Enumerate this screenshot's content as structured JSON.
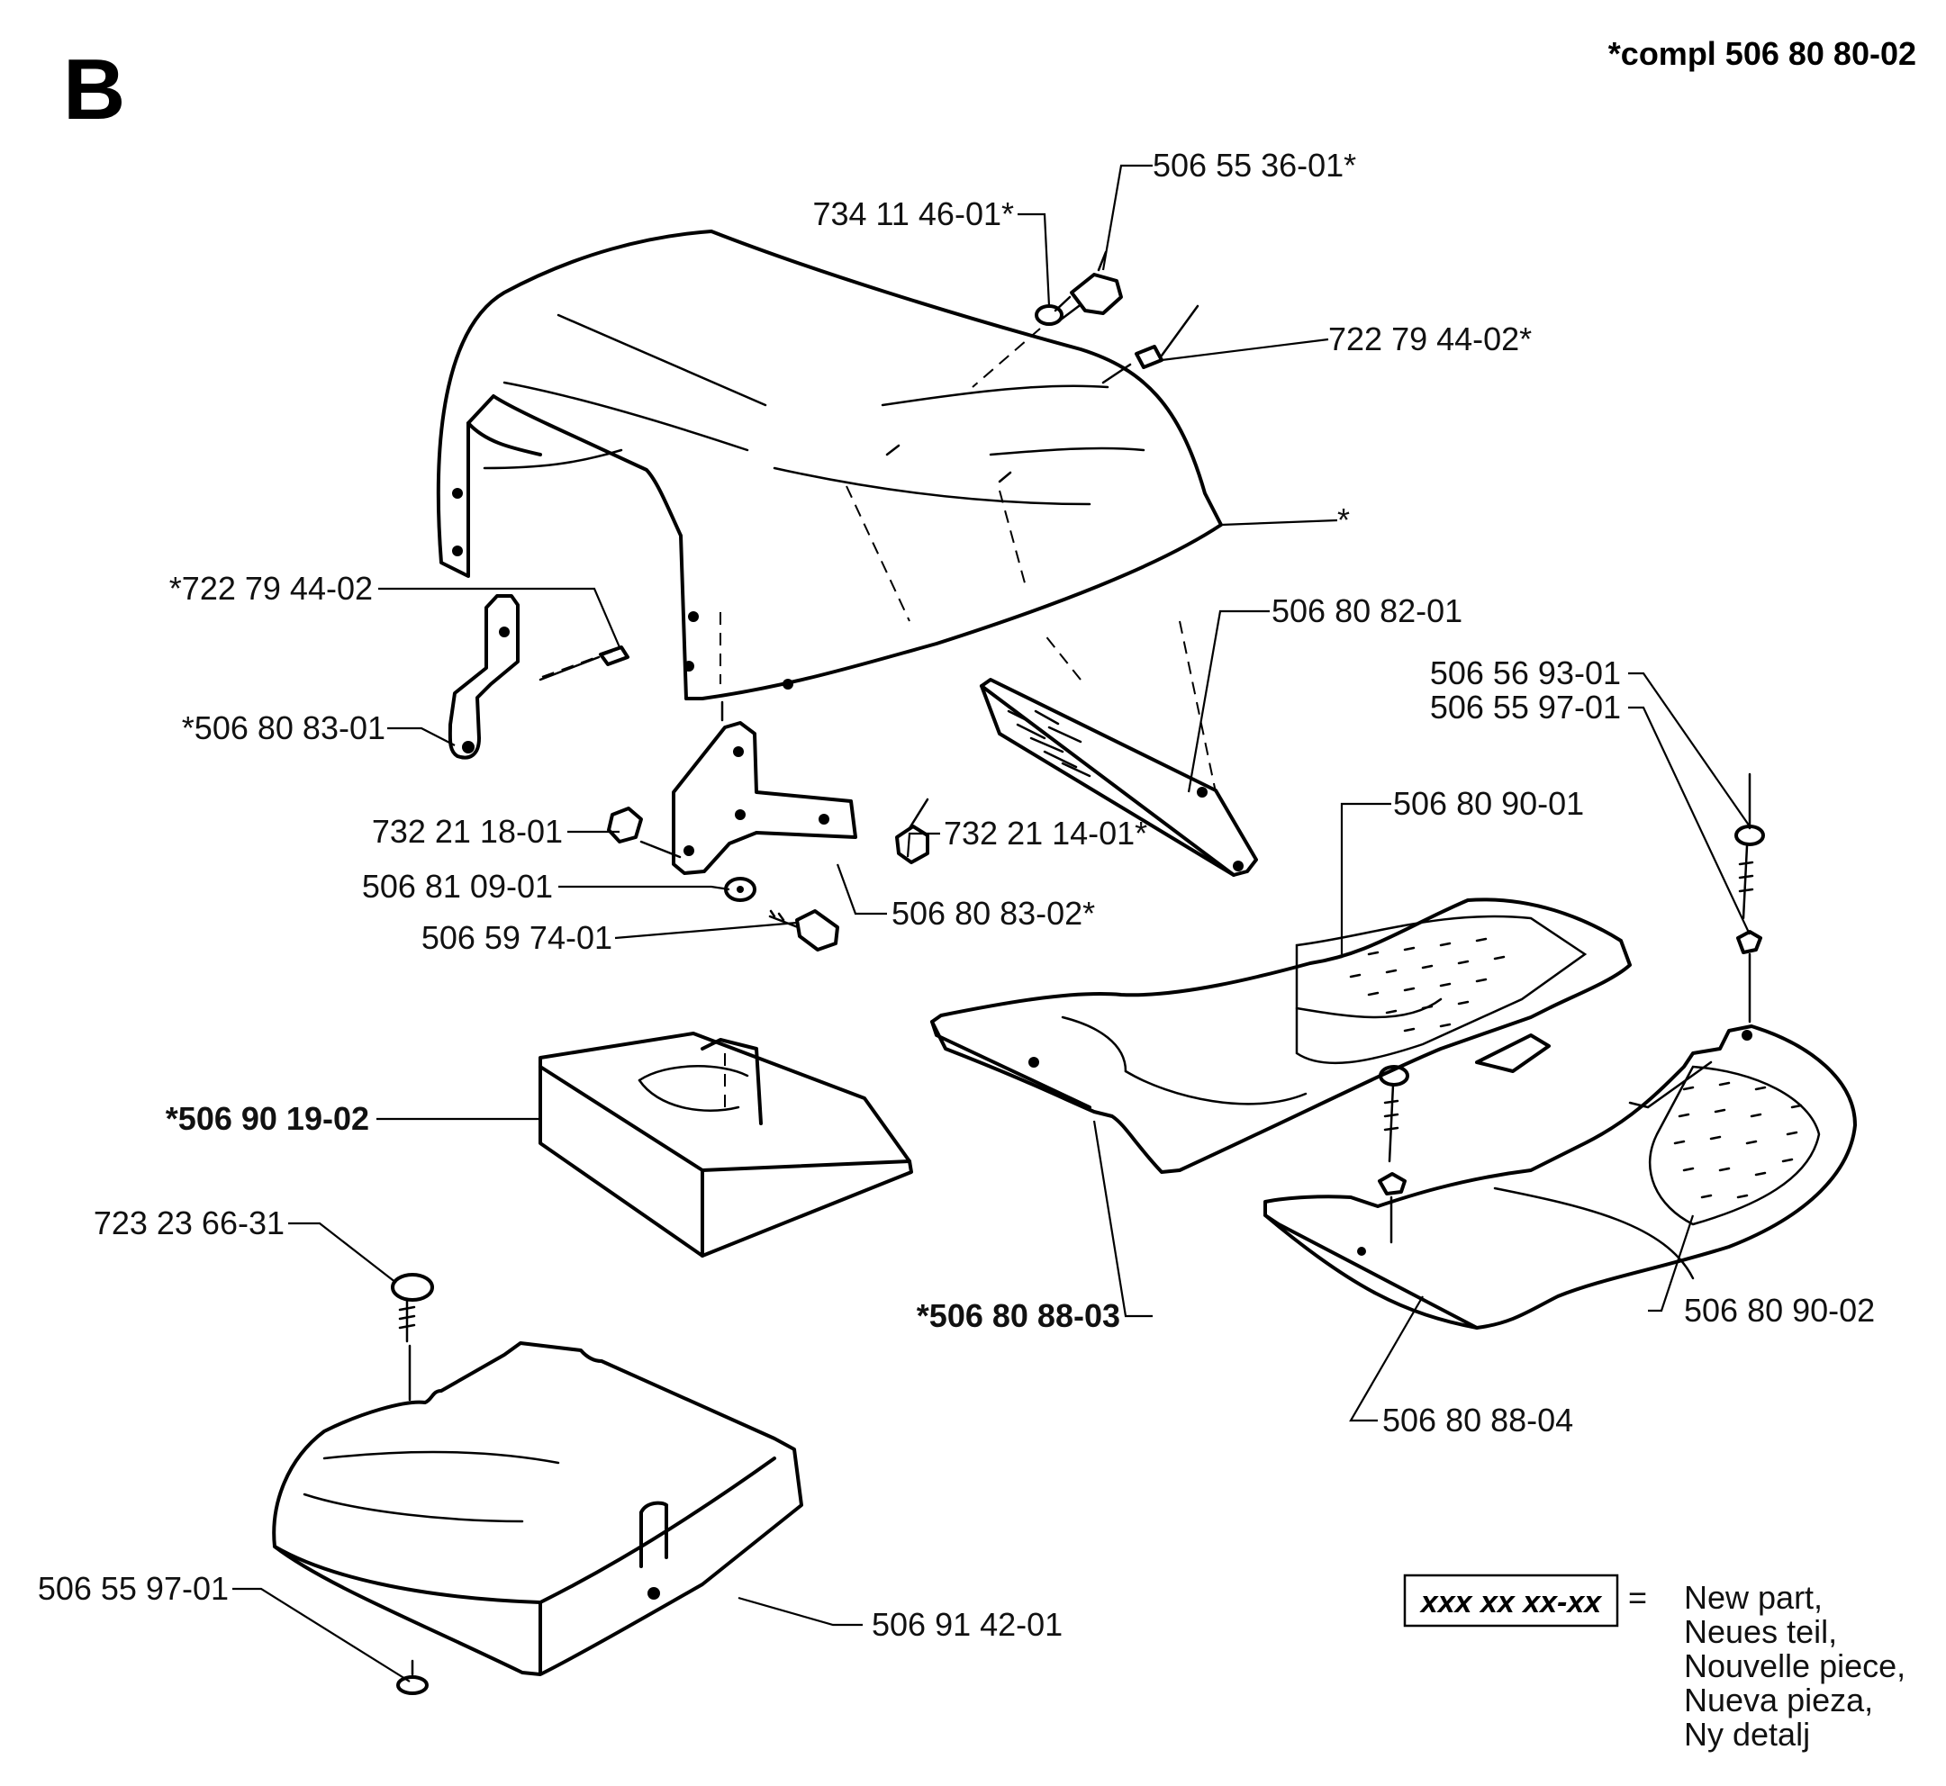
{
  "section_letter": "B",
  "assembly_note": "*compl 506 80 80-02",
  "labels": [
    {
      "id": "l01",
      "text": "506 55 36-01*",
      "bold": false
    },
    {
      "id": "l02",
      "text": "734 11 46-01*",
      "bold": false
    },
    {
      "id": "l03",
      "text": "722 79 44-02*",
      "bold": false
    },
    {
      "id": "l04",
      "text": "*",
      "bold": false
    },
    {
      "id": "l05",
      "text": "*722 79 44-02",
      "bold": false
    },
    {
      "id": "l06",
      "text": "506 80 82-01",
      "bold": false
    },
    {
      "id": "l07",
      "text": "*506 80 83-01",
      "bold": false
    },
    {
      "id": "l08",
      "text": "506 56 93-01",
      "bold": false
    },
    {
      "id": "l09",
      "text": "506 55 97-01",
      "bold": false
    },
    {
      "id": "l10",
      "text": "506 80 90-01",
      "bold": false
    },
    {
      "id": "l11",
      "text": "732 21 18-01",
      "bold": false
    },
    {
      "id": "l12",
      "text": "732 21 14-01*",
      "bold": false
    },
    {
      "id": "l13",
      "text": "506 81 09-01",
      "bold": false
    },
    {
      "id": "l14",
      "text": "506 80 83-02*",
      "bold": false
    },
    {
      "id": "l15",
      "text": "506 59 74-01",
      "bold": false
    },
    {
      "id": "l16",
      "text": "*506 90 19-02",
      "bold": true
    },
    {
      "id": "l17",
      "text": "723 23 66-31",
      "bold": false
    },
    {
      "id": "l18",
      "text": "*506 80 88-03",
      "bold": true
    },
    {
      "id": "l19",
      "text": "506 80 90-02",
      "bold": false
    },
    {
      "id": "l20",
      "text": "506 80 88-04",
      "bold": false
    },
    {
      "id": "l21",
      "text": "506 55 97-01",
      "bold": false
    },
    {
      "id": "l22",
      "text": "506 91 42-01",
      "bold": false
    }
  ],
  "legend": {
    "box_text": "xxx xx xx-xx",
    "equals": "=",
    "lines": [
      "New part,",
      "Neues teil,",
      "Nouvelle piece,",
      "Nueva pieza,",
      "Ny detalj"
    ]
  }
}
